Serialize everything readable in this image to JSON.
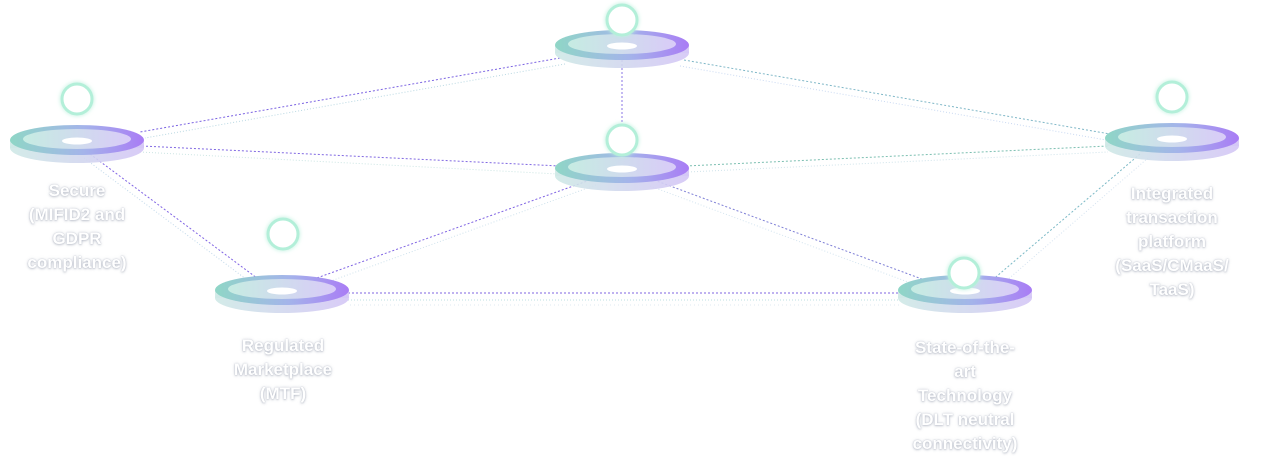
{
  "labels": {
    "secure": [
      "Secure",
      "(MIFID2 and",
      "GDPR",
      "compliance)"
    ],
    "marketplace": [
      "Regulated",
      "Marketplace",
      "(MTF)"
    ],
    "platform": [
      "Integrated",
      "transaction",
      "platform",
      "(SaaS/CMaaS/",
      "TaaS)"
    ],
    "technology": [
      "State-of-the-",
      "art",
      "Technology",
      "(DLT neutral",
      "connectivity)"
    ]
  },
  "colors": {
    "ring_teal": "#8fd6c6",
    "ring_purple": "#a97cf5",
    "ring_underside": "#cfc7f0",
    "bubble_glow": "#b8f1dd",
    "link_purple": "#8066e0",
    "link_teal": "#74c7b4"
  }
}
